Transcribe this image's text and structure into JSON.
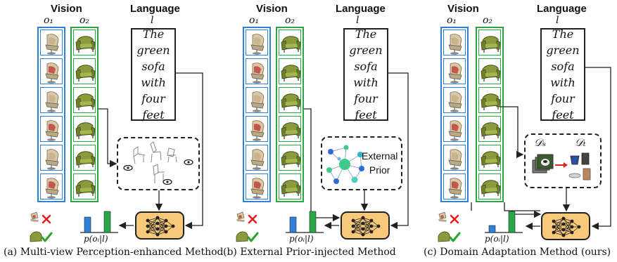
{
  "panels": [
    {
      "vision_title": "Vision",
      "language_title": "Language",
      "o1": "o₁",
      "o2": "o₂",
      "l": "l",
      "utterance": [
        "The",
        "green",
        "sofa",
        "with",
        "four",
        "feet"
      ],
      "prob_label": "p(oᵢ|l)",
      "caption": "(a) Multi-view Perception-enhanced Method"
    },
    {
      "vision_title": "Vision",
      "language_title": "Language",
      "o1": "o₁",
      "o2": "o₂",
      "l": "l",
      "utterance": [
        "The",
        "green",
        "sofa",
        "with",
        "four",
        "feet"
      ],
      "external_prior": [
        "External",
        "Prior"
      ],
      "prob_label": "p(oᵢ|l)",
      "caption": "(b) External Prior-injected Method"
    },
    {
      "vision_title": "Vision",
      "language_title": "Language",
      "o1": "o₁",
      "o2": "o₂",
      "l": "l",
      "utterance": [
        "The",
        "green",
        "sofa",
        "with",
        "four",
        "feet"
      ],
      "ds": "𝒟ₛ",
      "dt": "𝒟ₜ",
      "prob_label": "p(oᵢ|l)",
      "caption": "(c) Domain Adaptation Method (ours)"
    }
  ],
  "prob_values": {
    "o1": 0.55,
    "o2": 0.75
  },
  "colors": {
    "blue": "#2f80d8",
    "green": "#29a745",
    "net_fill": "#f8c97a",
    "cross": "#e02020",
    "check": "#2aa52a"
  },
  "icons": [
    "cross-icon",
    "check-icon",
    "eye-icon",
    "neural-net-icon",
    "graph-icon",
    "arrow-icon"
  ]
}
